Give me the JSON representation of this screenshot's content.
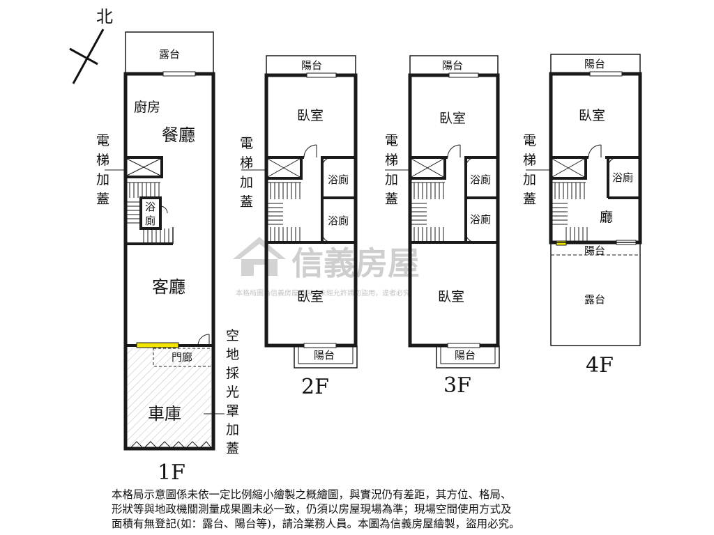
{
  "north": "北",
  "floor_labels": [
    "1F",
    "2F",
    "3F",
    "4F"
  ],
  "rooms_1f": {
    "terrace": "露台",
    "kitchen": "廚房",
    "dining": "餐廳",
    "elevator_l1": "電",
    "elevator_l2": "梯",
    "elevator_l3": "加",
    "elevator_l4": "蓋",
    "bath_top": "浴",
    "bath_bottom": "廁",
    "living": "客廳",
    "porch": "門廊",
    "garage": "車庫",
    "open_1": "空",
    "open_2": "地",
    "open_3": "採",
    "open_4": "光",
    "open_5": "罩",
    "open_6": "加",
    "open_7": "蓋"
  },
  "rooms_2f": {
    "balcony_top": "陽台",
    "bedroom_top": "臥室",
    "bath_1": "浴廁",
    "bath_2": "浴廁",
    "bedroom_bottom": "臥室",
    "balcony_bottom": "陽台",
    "elevator_l1": "電",
    "elevator_l2": "梯",
    "elevator_l3": "加",
    "elevator_l4": "蓋"
  },
  "rooms_3f": {
    "balcony_top": "陽台",
    "bedroom_top": "臥室",
    "bath_1": "浴廁",
    "bath_2": "浴廁",
    "bedroom_bottom": "臥室",
    "balcony_bottom": "陽台",
    "elevator_l1": "電",
    "elevator_l2": "梯",
    "elevator_l3": "加",
    "elevator_l4": "蓋"
  },
  "rooms_4f": {
    "balcony_top": "陽台",
    "bedroom": "臥室",
    "bath": "浴廁",
    "hall": "廳",
    "balcony_mid": "陽台",
    "terrace": "露台",
    "elevator_l1": "電",
    "elevator_l2": "梯",
    "elevator_l3": "加",
    "elevator_l4": "蓋"
  },
  "watermark": {
    "brand": "信義房屋",
    "notice": "本格局圖為信義房屋繪製，未經允許請勿盜用，違者必究"
  },
  "disclaimer": [
    "本格局示意圖係未依一定比例縮小繪製之概繪圖，與實況仍有差距，其方位、格局、",
    "形狀等與地政機關測量成果圖未必一致，仍須以房屋現場為準；現場空間使用方式及",
    "面積有無登記(如：露台、陽台等)，請洽業務人員。本圖為信義房屋繪製，盜用必究。"
  ],
  "colors": {
    "wall": "#1a1a1a",
    "window_yellow": "#f2e600",
    "watermark_gray": "#c9c9c9",
    "background": "#ffffff"
  }
}
